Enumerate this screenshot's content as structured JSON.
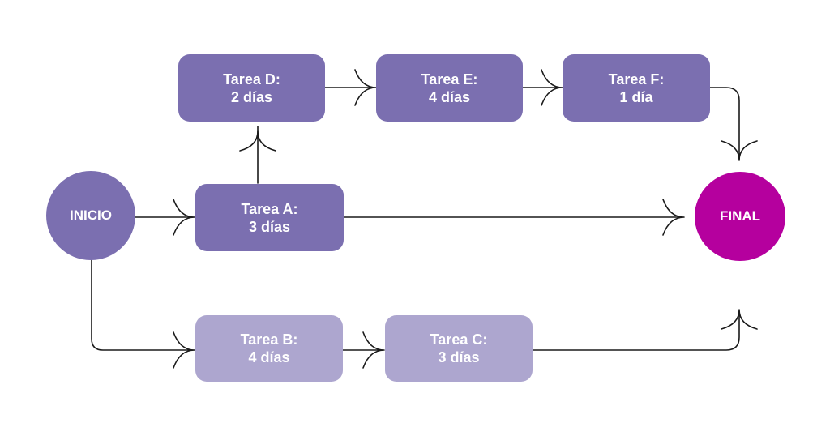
{
  "colors": {
    "task_dark": "#7B6FB0",
    "task_light": "#ADA6CF",
    "start_node": "#7B6FB0",
    "end_node": "#B5009E",
    "edge": "#1a1a1a"
  },
  "nodes": {
    "start": {
      "label": "INICIO"
    },
    "end": {
      "label": "FINAL"
    }
  },
  "tasks": {
    "a": {
      "name": "Tarea A:",
      "duration": "3 días"
    },
    "b": {
      "name": "Tarea B:",
      "duration": "4 días"
    },
    "c": {
      "name": "Tarea C:",
      "duration": "3 días"
    },
    "d": {
      "name": "Tarea D:",
      "duration": "2 días"
    },
    "e": {
      "name": "Tarea E:",
      "duration": "4 días"
    },
    "f": {
      "name": "Tarea F:",
      "duration": "1 día"
    }
  }
}
